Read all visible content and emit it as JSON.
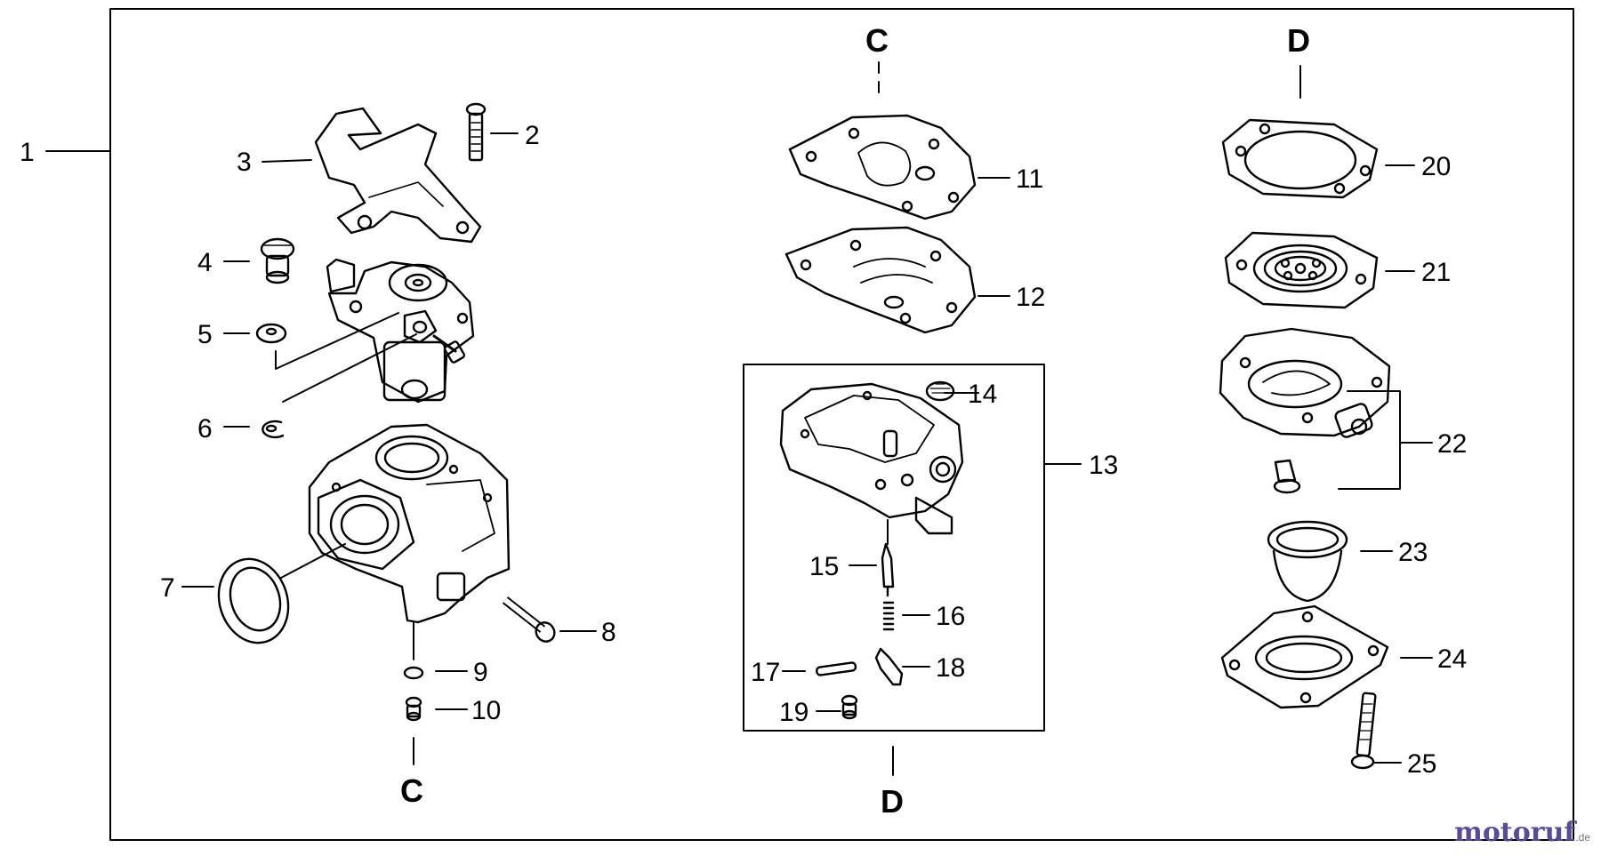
{
  "labels": {
    "n1": "1",
    "n2": "2",
    "n3": "3",
    "n4": "4",
    "n5": "5",
    "n6": "6",
    "n7": "7",
    "n8": "8",
    "n9": "9",
    "n10": "10",
    "n11": "11",
    "n12": "12",
    "n13": "13",
    "n14": "14",
    "n15": "15",
    "n16": "16",
    "n17": "17",
    "n18": "18",
    "n19": "19",
    "n20": "20",
    "n21": "21",
    "n22": "22",
    "n23": "23",
    "n24": "24",
    "n25": "25"
  },
  "connectors": {
    "c_top": "C",
    "c_bottom": "C",
    "d_top": "D",
    "d_bottom": "D"
  },
  "watermark": {
    "text": "motoruf",
    "suffix": ".de",
    "color": "#5a4a9a"
  }
}
